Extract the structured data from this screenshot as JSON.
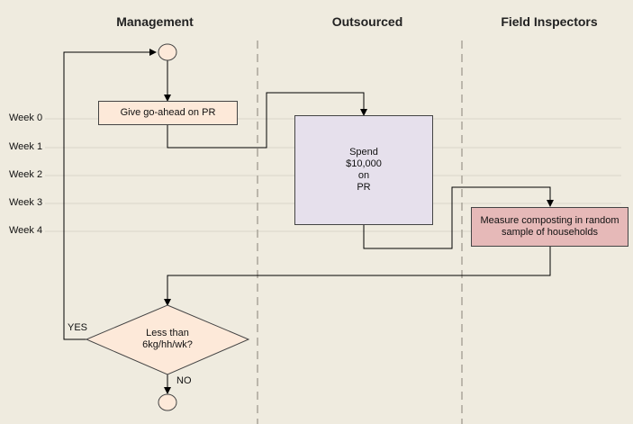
{
  "lanes": [
    "Management",
    "Outsourced",
    "Field Inspectors"
  ],
  "weeks": [
    "Week 0",
    "Week 1",
    "Week 2",
    "Week 3",
    "Week 4"
  ],
  "nodes": {
    "go_ahead": "Give go-ahead on PR",
    "spend": [
      "Spend",
      "$10,000",
      "on",
      "PR"
    ],
    "measure": [
      "Measure composting in random",
      "sample of households"
    ],
    "decision": [
      "Less than",
      "6kg/hh/wk?"
    ]
  },
  "edge_labels": {
    "yes": "YES",
    "no": "NO"
  },
  "colors": {
    "background": "#efebdf",
    "go_ahead_fill": "#fde9d9",
    "spend_fill": "#e6e0ec",
    "measure_fill": "#e6b9b8",
    "decision_fill": "#fde9d9",
    "terminal_fill": "#fde9d9"
  }
}
